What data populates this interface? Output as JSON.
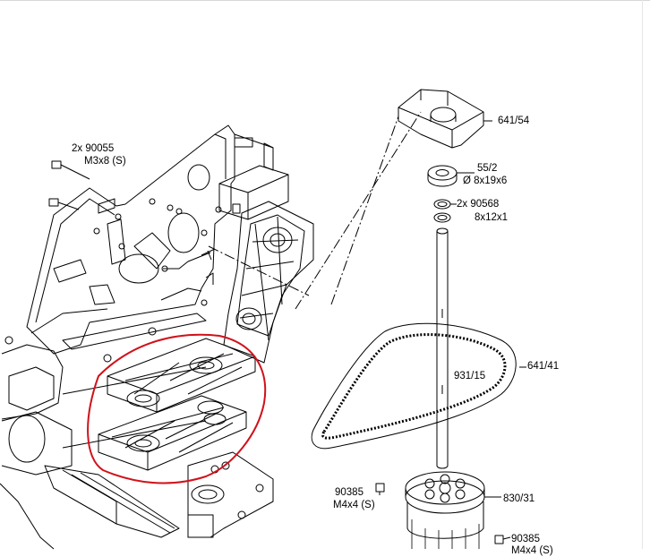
{
  "labels": {
    "screw_qty": "2x 90055",
    "screw_spec": "M3x8 (S)",
    "clamp_part": "641/54",
    "bearing_part": "55/2",
    "bearing_spec": "Ø 8x19x6",
    "washer_qty": "2x  90568",
    "washer_spec": "8x12x1",
    "shaft_part": "931/15",
    "belt_part": "641/41",
    "setscrew_part": "90385",
    "setscrew_spec": "M4x4 (S)",
    "pulley_part": "830/31",
    "setscrew2_part": "90385",
    "setscrew2_spec": "M4x4 (S)"
  },
  "colors": {
    "line": "#000000",
    "highlight": "#d0121b"
  }
}
